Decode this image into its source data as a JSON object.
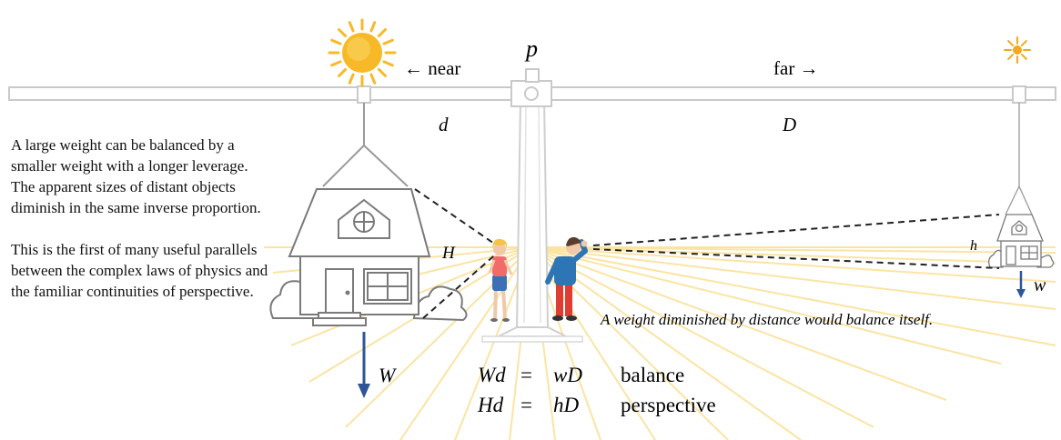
{
  "labels": {
    "pivot": "p",
    "near": "← near",
    "far": "far →",
    "d": "d",
    "D": "D",
    "H": "H",
    "h": "h",
    "W": "W",
    "w": "w"
  },
  "side_text": {
    "para1": "A large weight can be balanced by a smaller weight with a longer leverage. The apparent sizes of distant objects diminish in the same inverse proportion.",
    "para2": "This is the first of many useful parallels between the complex laws of physics and the familiar continuities of perspective."
  },
  "caption": "A weight diminished by distance would balance itself.",
  "equations": {
    "balance_lhs": "Wd",
    "balance_eq": "=",
    "balance_rhs": "wD",
    "balance_label": "balance",
    "perspective_lhs": "Hd",
    "perspective_eq": "=",
    "perspective_rhs": "hD",
    "perspective_label": "perspective"
  },
  "colors": {
    "sun": "#f7b928",
    "rays": "#fbe4a3",
    "beam": "#c9c9c9",
    "arrow": "#2f5597",
    "line": "#222222",
    "man_shirt": "#2e75b6",
    "man_pants": "#e03c31",
    "girl_shirt": "#f26b6b",
    "girl_skirt": "#3b6fb6",
    "girl_hair": "#f6c445"
  }
}
